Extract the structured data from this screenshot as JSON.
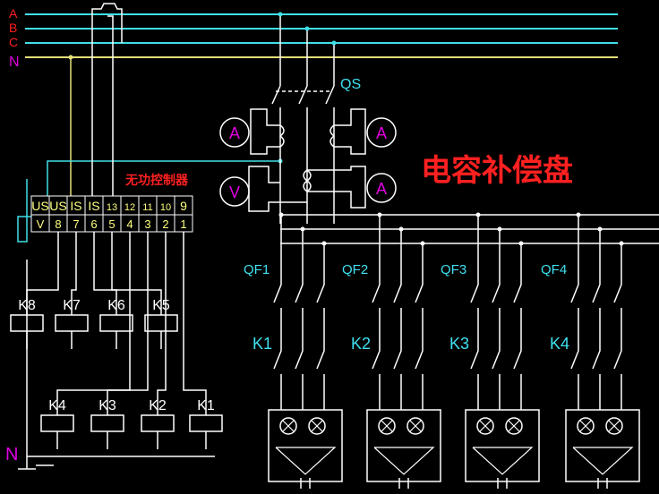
{
  "phases": {
    "a": "A",
    "b": "B",
    "c": "C",
    "n": "N"
  },
  "switch_label": "QS",
  "ammeter_symbol": "A",
  "voltmeter_symbol": "V",
  "title": "电容补偿盘",
  "controller": {
    "label": "无功控制器",
    "top_terminals": [
      "US",
      "US",
      "IS",
      "IS",
      "13",
      "12",
      "11",
      "10",
      "9"
    ],
    "bottom_terminals": [
      "V",
      "8",
      "7",
      "6",
      "5",
      "4",
      "3",
      "2",
      "1"
    ]
  },
  "relays": {
    "upper": [
      "K8",
      "K7",
      "K6",
      "K5"
    ],
    "lower": [
      "K4",
      "K3",
      "K2",
      "K1"
    ]
  },
  "neutral_label": "N",
  "breakers": [
    "QF1",
    "QF2",
    "QF3",
    "QF4"
  ],
  "contactors": [
    "K1",
    "K2",
    "K3",
    "K4"
  ],
  "colors": {
    "phase_line": "#3fe0e8",
    "neutral_line": "#e6e07a",
    "wire": "#ffffff",
    "label_red": "#ff2020",
    "label_magenta": "#e000e0",
    "label_cyan": "#40e0f0",
    "terminal_fill": "#ffff80"
  }
}
